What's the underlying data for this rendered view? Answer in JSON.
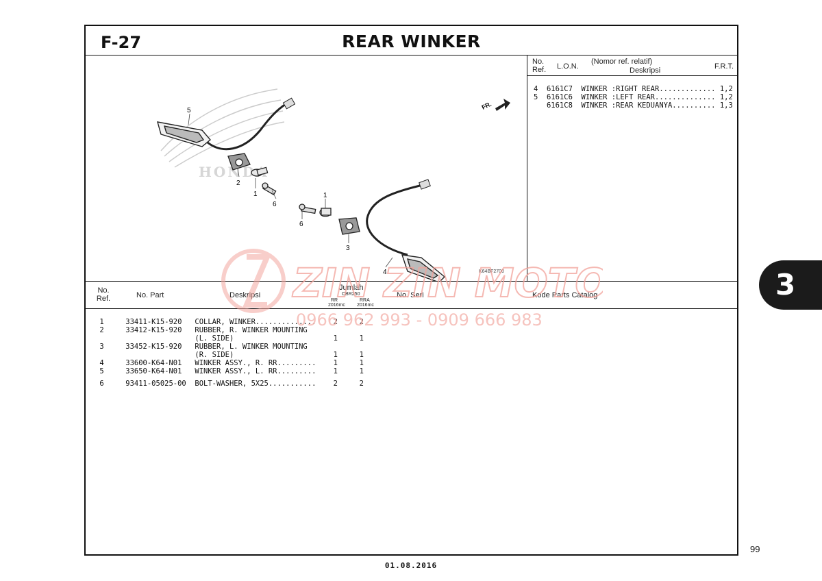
{
  "figure": {
    "code": "F-27",
    "title": "REAR WINKER"
  },
  "diagram": {
    "direction_label": "FR.",
    "drawing_code": "K64BF2700",
    "brand_logo_text": "HONDA",
    "callouts": [
      "5",
      "2",
      "1",
      "6",
      "1",
      "6",
      "3",
      "4"
    ]
  },
  "lon_table": {
    "headers": {
      "ref": "No. Ref.",
      "lon": "L.O.N.",
      "desc_top": "(Nomor ref. relatif)",
      "desc": "Deskripsi",
      "frt": "F.R.T."
    },
    "rows": [
      {
        "text": "4  6161C7  WINKER :RIGHT REAR............. 1,2"
      },
      {
        "text": "5  6161C6  WINKER :LEFT REAR.............. 1,2"
      },
      {
        "text": "   6161C8  WINKER :REAR KEDUANYA.......... 1,3"
      }
    ]
  },
  "parts_table": {
    "headers": {
      "ref": "No. Ref.",
      "part": "No. Part",
      "desc": "Deskripsi",
      "qty": "Jumlah",
      "model": "CBR250",
      "col1": "RR",
      "col1_year": "2016mc",
      "col2": "RRA",
      "col2_year": "2016mc",
      "serial": "No. Seri",
      "catalog": "Kode Parts Catalog"
    },
    "rows": [
      {
        "text": " 1     33411-K15-920   COLLAR, WINKER..............    2     2"
      },
      {
        "text": " 2     33412-K15-920   RUBBER, R. WINKER MOUNTING"
      },
      {
        "text": "                       (L. SIDE)                       1     1"
      },
      {
        "text": " 3     33452-K15-920   RUBBER, L. WINKER MOUNTING"
      },
      {
        "text": "                       (R. SIDE)                       1     1"
      },
      {
        "text": " 4     33600-K64-N01   WINKER ASSY., R. RR.........    1     1"
      },
      {
        "text": " 5     33650-K64-N01   WINKER ASSY., L. RR.........    1     1"
      },
      {
        "text": ""
      },
      {
        "text": " 6     93411-05025-00  BOLT-WASHER, 5X25...........    2     2"
      }
    ]
  },
  "watermark": {
    "brand": "ZIN ZIN MOTOR",
    "phone": "0966 962 993 - 0909 666 983"
  },
  "side_tab": "3",
  "page_number": "99",
  "footer_date": "01.08.2016"
}
